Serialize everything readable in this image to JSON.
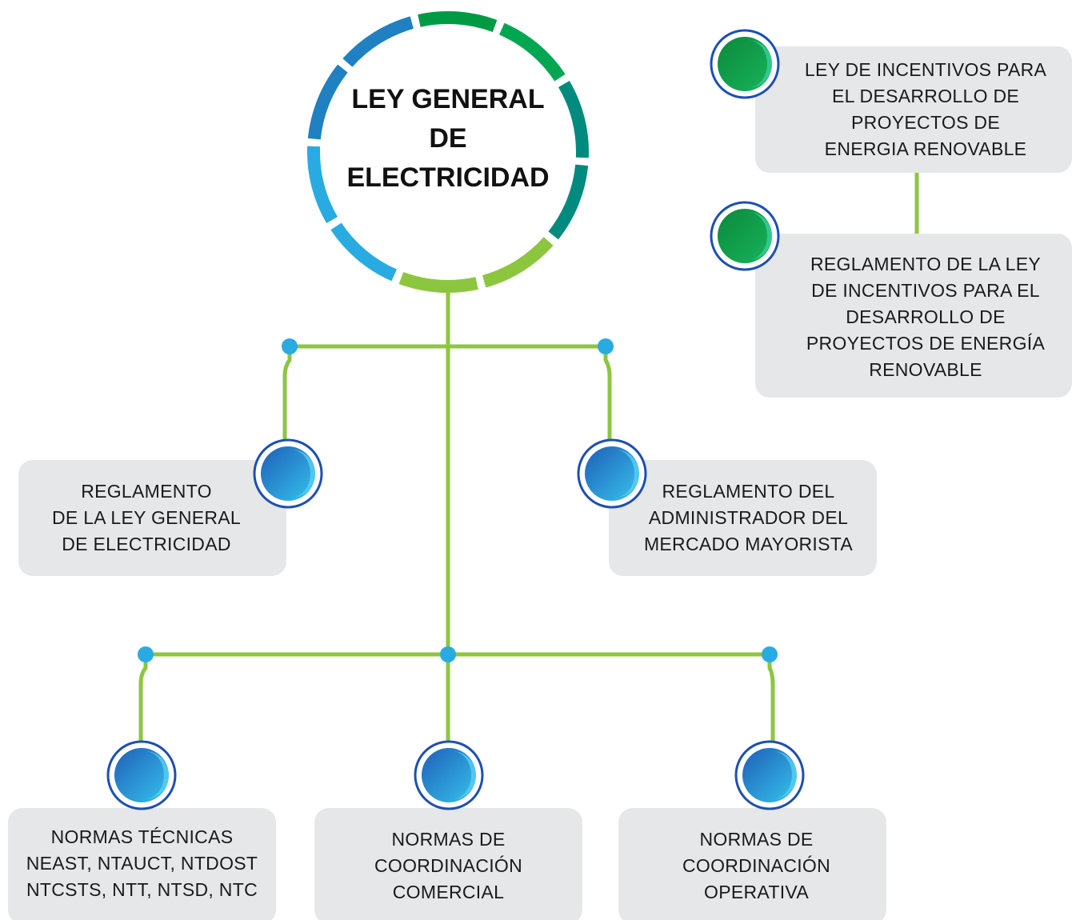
{
  "root": {
    "title_lines": [
      "LEY GENERAL",
      "DE",
      "ELECTRICIDAD"
    ]
  },
  "nodes": {
    "ley_incentivos": [
      "LEY DE INCENTIVOS PARA",
      "EL DESARROLLO DE",
      "PROYECTOS DE",
      "ENERGIA RENOVABLE"
    ],
    "reglamento_incentivos": [
      "REGLAMENTO DE LA LEY",
      "DE INCENTIVOS PARA EL",
      "DESARROLLO DE",
      "PROYECTOS DE ENERGÍA",
      "RENOVABLE"
    ],
    "reglamento_lge": [
      "REGLAMENTO",
      "DE LA LEY GENERAL",
      "DE ELECTRICIDAD"
    ],
    "reglamento_amm": [
      "REGLAMENTO DEL",
      "ADMINISTRADOR DEL",
      "MERCADO MAYORISTA"
    ],
    "normas_tecnicas": [
      "NORMAS TÉCNICAS",
      "NEAST, NTAUCT, NTDOST",
      "NTCSTS, NTT, NTSD, NTC"
    ],
    "normas_comercial": [
      "NORMAS DE",
      "COORDINACIÓN",
      "COMERCIAL"
    ],
    "normas_operativa": [
      "NORMAS DE",
      "COORDINACIÓN",
      "OPERATIVA"
    ]
  },
  "colors": {
    "connector": "#8cc63f",
    "node_dot": "#29abe2",
    "box_fill": "#e6e7e8",
    "icon_blue": "#2e8fd8",
    "icon_green": "#009a44",
    "ring": [
      "#009a44",
      "#00a651",
      "#008b7e",
      "#008b7e",
      "#8cc63f",
      "#8cc63f",
      "#29abe2",
      "#29abe2",
      "#1f80c2",
      "#1f80c2"
    ]
  }
}
